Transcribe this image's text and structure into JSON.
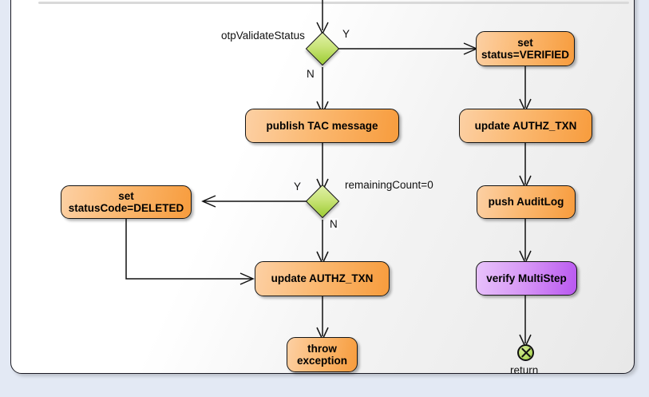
{
  "diagram": {
    "kind": "uml-activity-diagram",
    "frame_label": "",
    "colors": {
      "action_fill_light": "#fcd0a4",
      "action_fill_dark": "#f79c3d",
      "subactivity_fill_light": "#e8c3fb",
      "subactivity_fill_dark": "#b957f0",
      "decision_fill_light": "#e0f0a8",
      "decision_fill_dark": "#9ccc33",
      "end_node_fill": "#9ccc33",
      "outline": "#151515",
      "canvas": "#e3e9f4",
      "frame_bg_left": "#ffffff",
      "frame_bg_right": "#e8e8e8"
    },
    "nodes": {
      "decision_otp": {
        "type": "decision",
        "label": "otpValidateStatus"
      },
      "set_verified": {
        "type": "action",
        "line1": "set",
        "line2": "status=VERIFIED"
      },
      "publish_tac": {
        "type": "action",
        "line1": "publish TAC message"
      },
      "update_authz_right": {
        "type": "action",
        "line1": "update AUTHZ_TXN"
      },
      "push_auditlog": {
        "type": "action",
        "line1": "push AuditLog"
      },
      "verify_multistep": {
        "type": "subactivity",
        "line1": "verify MultiStep"
      },
      "decision_remaining": {
        "type": "decision",
        "label": "remainingCount=0"
      },
      "set_deleted": {
        "type": "action",
        "line1": "set",
        "line2": "statusCode=DELETED"
      },
      "update_authz_left": {
        "type": "action",
        "line1": "update AUTHZ_TXN"
      },
      "throw_exception": {
        "type": "action",
        "line1": "throw",
        "line2": "exception"
      },
      "return_end": {
        "type": "flow-final",
        "label": "return"
      }
    },
    "guards": {
      "otp_yes": "Y",
      "otp_no": "N",
      "remaining_yes": "Y",
      "remaining_no": "N"
    }
  }
}
